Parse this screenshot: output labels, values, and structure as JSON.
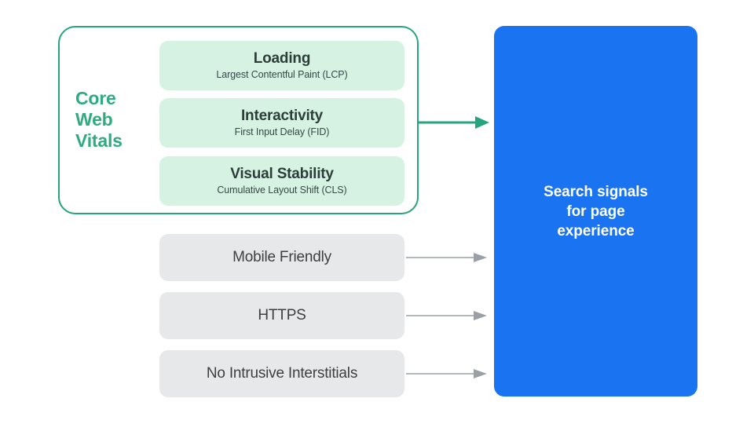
{
  "diagram": {
    "title": "Search signals for page experience",
    "colors": {
      "core_web_vitals_border": "#26a47e",
      "core_web_vitals_label": "#2eab7f",
      "metric_card_bg": "#d6f2e2",
      "signal_box_bg": "#e7e8ea",
      "blue_panel_bg": "#1a73f0",
      "green_arrow": "#26a47e",
      "gray_arrow": "#9aa0a6",
      "background": "#ffffff"
    }
  },
  "core_web_vitals": {
    "label_lines": [
      "Core",
      "Web",
      "Vitals"
    ],
    "label_line_1": "Core",
    "label_line_2": "Web",
    "label_line_3": "Vitals",
    "metrics": [
      {
        "title": "Loading",
        "subtitle": "Largest Contentful Paint (LCP)"
      },
      {
        "title": "Interactivity",
        "subtitle": "First Input Delay (FID)"
      },
      {
        "title": "Visual Stability",
        "subtitle": "Cumulative Layout Shift (CLS)"
      }
    ]
  },
  "other_signals": [
    {
      "label": "Mobile Friendly"
    },
    {
      "label": "HTTPS"
    },
    {
      "label": "No Intrusive Interstitials"
    }
  ],
  "output_panel": {
    "text": "Search signals\nfor page\nexperience"
  },
  "arrows": [
    {
      "name": "core-web-vitals-arrow",
      "color": "#26a47e",
      "style": "thick"
    },
    {
      "name": "mobile-friendly-arrow",
      "color": "#9aa0a6",
      "style": "thin"
    },
    {
      "name": "https-arrow",
      "color": "#9aa0a6",
      "style": "thin"
    },
    {
      "name": "no-intrusive-interstitials-arrow",
      "color": "#9aa0a6",
      "style": "thin"
    }
  ]
}
